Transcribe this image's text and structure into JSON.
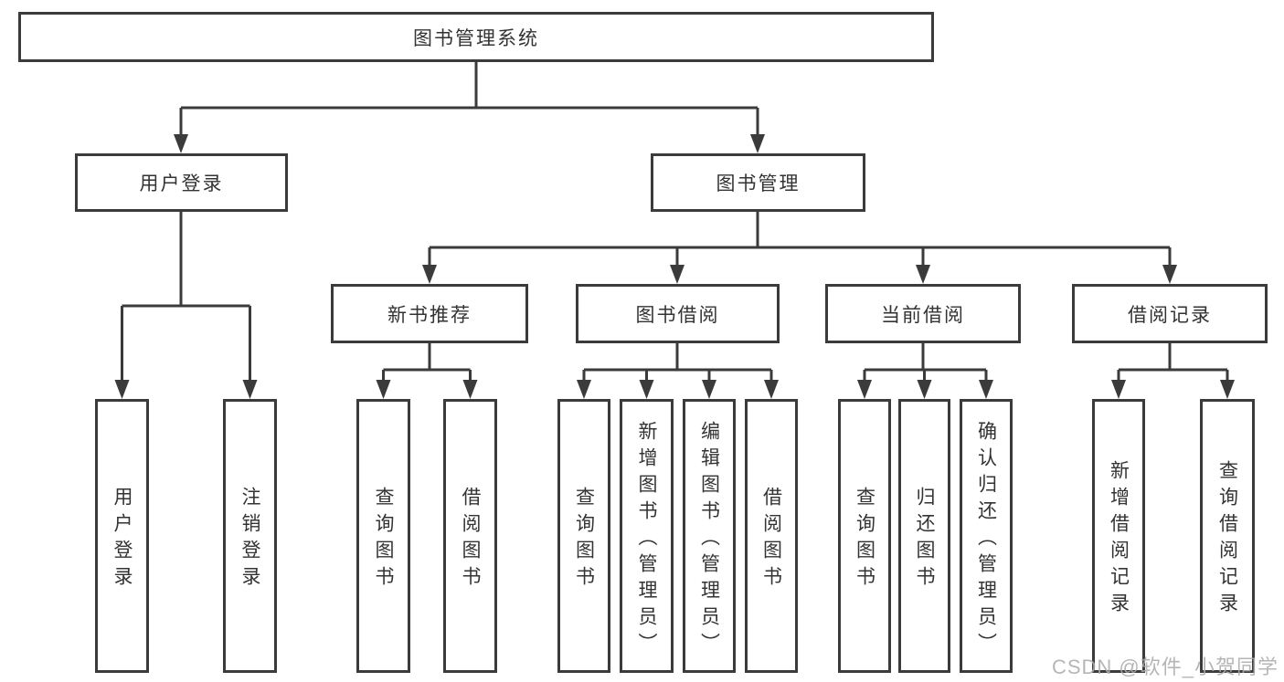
{
  "tree": {
    "root": {
      "label": "图书管理系统"
    },
    "children": [
      {
        "label": "用户登录",
        "children": [
          {
            "label": "用户登录"
          },
          {
            "label": "注销登录"
          }
        ]
      },
      {
        "label": "图书管理",
        "children": [
          {
            "label": "新书推荐",
            "children": [
              {
                "label": "查询图书"
              },
              {
                "label": "借阅图书"
              }
            ]
          },
          {
            "label": "图书借阅",
            "children": [
              {
                "label": "查询图书"
              },
              {
                "label": "新增图书（管理员）"
              },
              {
                "label": "编辑图书（管理员）"
              },
              {
                "label": "借阅图书"
              }
            ]
          },
          {
            "label": "当前借阅",
            "children": [
              {
                "label": "查询图书"
              },
              {
                "label": "归还图书"
              },
              {
                "label": "确认归还（管理员）"
              }
            ]
          },
          {
            "label": "借阅记录",
            "children": [
              {
                "label": "新增借阅记录"
              },
              {
                "label": "查询借阅记录"
              }
            ]
          }
        ]
      }
    ]
  },
  "watermark": {
    "text": "CSDN @软件_小贺同学"
  },
  "colors": {
    "line": "#3b3b3b",
    "text": "#333333",
    "background": "#ffffff",
    "watermark": "#acacac"
  }
}
